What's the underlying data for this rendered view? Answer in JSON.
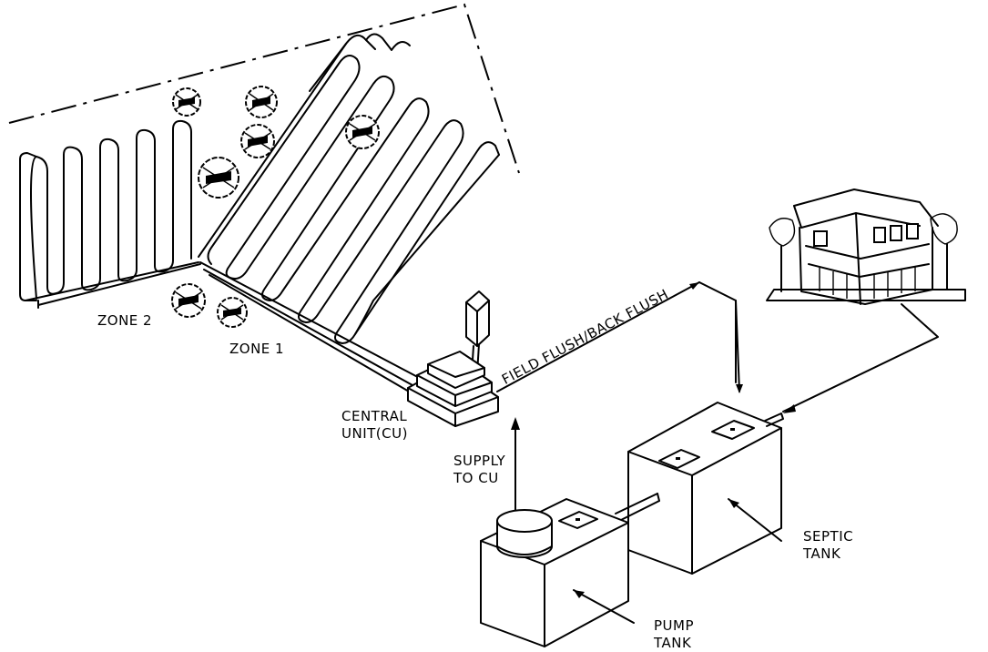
{
  "labels": {
    "zone2": "ZONE 2",
    "zone1": "ZONE 1",
    "central_unit": "CENTRAL\nUNIT(CU)",
    "supply": "SUPPLY\nTO CU",
    "field_flush": "FIELD FLUSH/BACK FLUSH",
    "septic_tank": "SEPTIC\nTANK",
    "pump_tank": "PUMP\nTANK"
  }
}
